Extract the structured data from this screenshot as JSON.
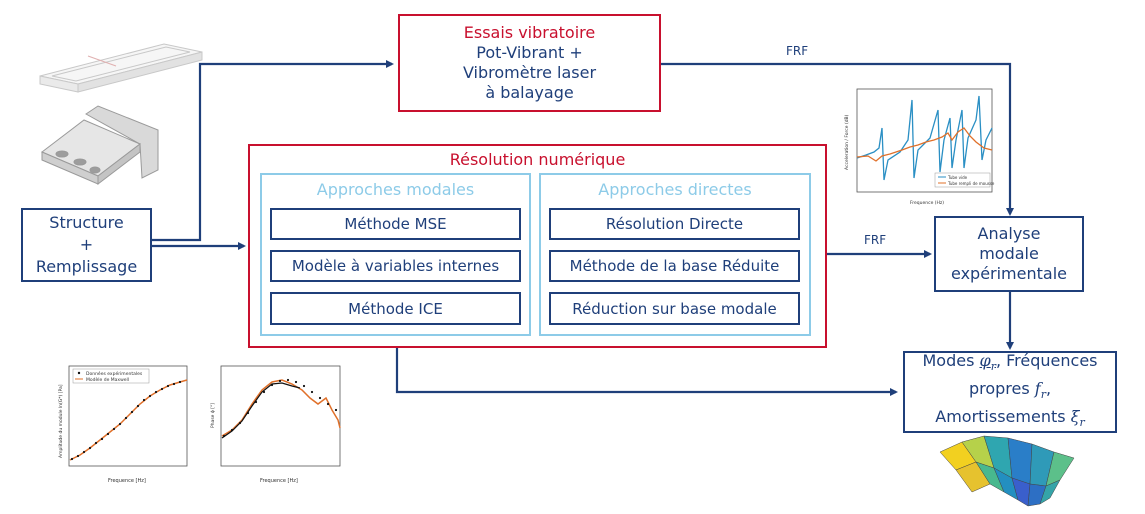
{
  "boxes": {
    "essais": [
      "Essais vibratoire",
      "Pot-Vibrant +",
      "Vibromètre laser",
      "à balayage"
    ],
    "structure": [
      "Structure",
      "+",
      "Remplissage"
    ],
    "analyse": [
      "Analyse",
      "modale",
      "expérimentale"
    ],
    "resolution_title": "Résolution numérique",
    "modales_title": "Approches modales",
    "directes_title": "Approches directes",
    "modales_items": [
      "Méthode MSE",
      "Modèle à variables internes",
      "Méthode ICE"
    ],
    "directes_items": [
      "Résolution Directe",
      "Méthode de la base Réduite",
      "Réduction sur base modale"
    ],
    "modes": {
      "line1": "Modes",
      "phi": "φ",
      "sub_r": "r",
      "after_phi": ", Fréquences",
      "line2": "propres",
      "f": "f",
      "line3": "Amortissements",
      "xi": "ξ"
    }
  },
  "labels": {
    "frf_top": "FRF",
    "frf_mid": "FRF"
  },
  "plots": {
    "frf_legend": [
      "Tube vide",
      "Tube rempli de mousse"
    ],
    "frf_xlabel": "Frequence (Hz)",
    "frf_ylabel": "Acceleration / Force (dB)",
    "amp_legend": [
      "Données expérimentales",
      "Modèle de Maxwell"
    ],
    "amp_xlabel": "Frequence [Hz]",
    "amp_ylabel": "Amplitude du module ln(G*) [Pa]",
    "phase_xlabel": "Frequence [Hz]",
    "phase_ylabel": "Phase ϕ [°]"
  },
  "colors": {
    "navy": "#1f3f7a",
    "red": "#c8102e",
    "light_blue": "#8dcbe8",
    "plot_blue": "#2a8fc4",
    "plot_orange": "#e0702a"
  }
}
